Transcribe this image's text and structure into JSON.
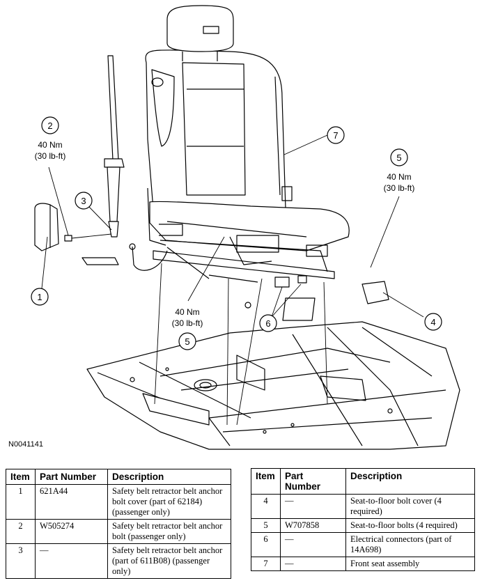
{
  "figure_id": "N0041141",
  "callouts": [
    {
      "number": "1"
    },
    {
      "number": "2",
      "torque_nm": "40 Nm",
      "torque_lbft": "(30 lb-ft)"
    },
    {
      "number": "3"
    },
    {
      "number": "4"
    },
    {
      "number": "5",
      "torque_nm": "40 Nm",
      "torque_lbft": "(30 lb-ft)"
    },
    {
      "number": "5",
      "torque_nm": "40 Nm",
      "torque_lbft": "(30 lb-ft)"
    },
    {
      "number": "6"
    },
    {
      "number": "7"
    }
  ],
  "table": {
    "headers": {
      "item": "Item",
      "part_number": "Part Number",
      "description": "Description"
    },
    "left_rows": [
      {
        "item": "1",
        "part": "621A44",
        "desc": "Safety belt retractor belt anchor bolt cover (part of 62184) (passenger only)"
      },
      {
        "item": "2",
        "part": "W505274",
        "desc": "Safety belt retractor belt anchor bolt (passenger only)"
      },
      {
        "item": "3",
        "part": "—",
        "desc": "Safety belt retractor belt anchor (part of 611B08) (passenger only)"
      }
    ],
    "right_rows": [
      {
        "item": "4",
        "part": "—",
        "desc": "Seat-to-floor bolt cover (4 required)"
      },
      {
        "item": "5",
        "part": "W707858",
        "desc": "Seat-to-floor bolts (4 required)"
      },
      {
        "item": "6",
        "part": "—",
        "desc": "Electrical connectors (part of 14A698)"
      },
      {
        "item": "7",
        "part": "—",
        "desc": "Front seat assembly"
      }
    ]
  }
}
